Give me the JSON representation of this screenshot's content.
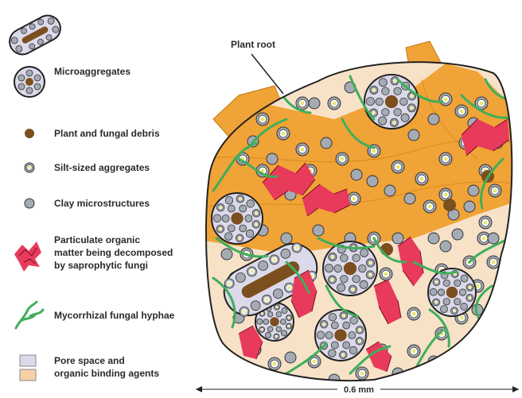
{
  "legend": {
    "items": [
      {
        "id": "microaggregates",
        "lines": [
          "Microaggregates"
        ],
        "icon": "microaggregate-icon"
      },
      {
        "id": "debris",
        "lines": [
          "Plant and fungal debris"
        ],
        "icon": "debris-dot-icon"
      },
      {
        "id": "silt",
        "lines": [
          "Silt-sized aggregates"
        ],
        "icon": "silt-aggregate-icon"
      },
      {
        "id": "clay",
        "lines": [
          "Clay microstructures"
        ],
        "icon": "clay-dot-icon"
      },
      {
        "id": "pom",
        "lines": [
          "Particulate organic",
          "matter being decomposed",
          "by saprophytic fungi"
        ],
        "icon": "organic-matter-icon"
      },
      {
        "id": "hyphae",
        "lines": [
          "Mycorrhizal fungal hyphae"
        ],
        "icon": "hyphae-icon"
      },
      {
        "id": "pore",
        "lines": [
          "Pore space and",
          "organic binding agents"
        ],
        "icon": "swatch-icons"
      }
    ]
  },
  "diagram": {
    "root_label": "Plant root",
    "scale_label": "0.6 mm"
  },
  "colors": {
    "root": "#f0a336",
    "root_dark": "#d98a1c",
    "aggregate_fill": "#f7e2c8",
    "micro_fill": "#dcd9ea",
    "clay": "#a4abb4",
    "silt_core": "#e9e66a",
    "debris": "#7b4f1e",
    "pom": "#e83a5b",
    "hyphae": "#3fae5a",
    "outline": "#222222"
  }
}
